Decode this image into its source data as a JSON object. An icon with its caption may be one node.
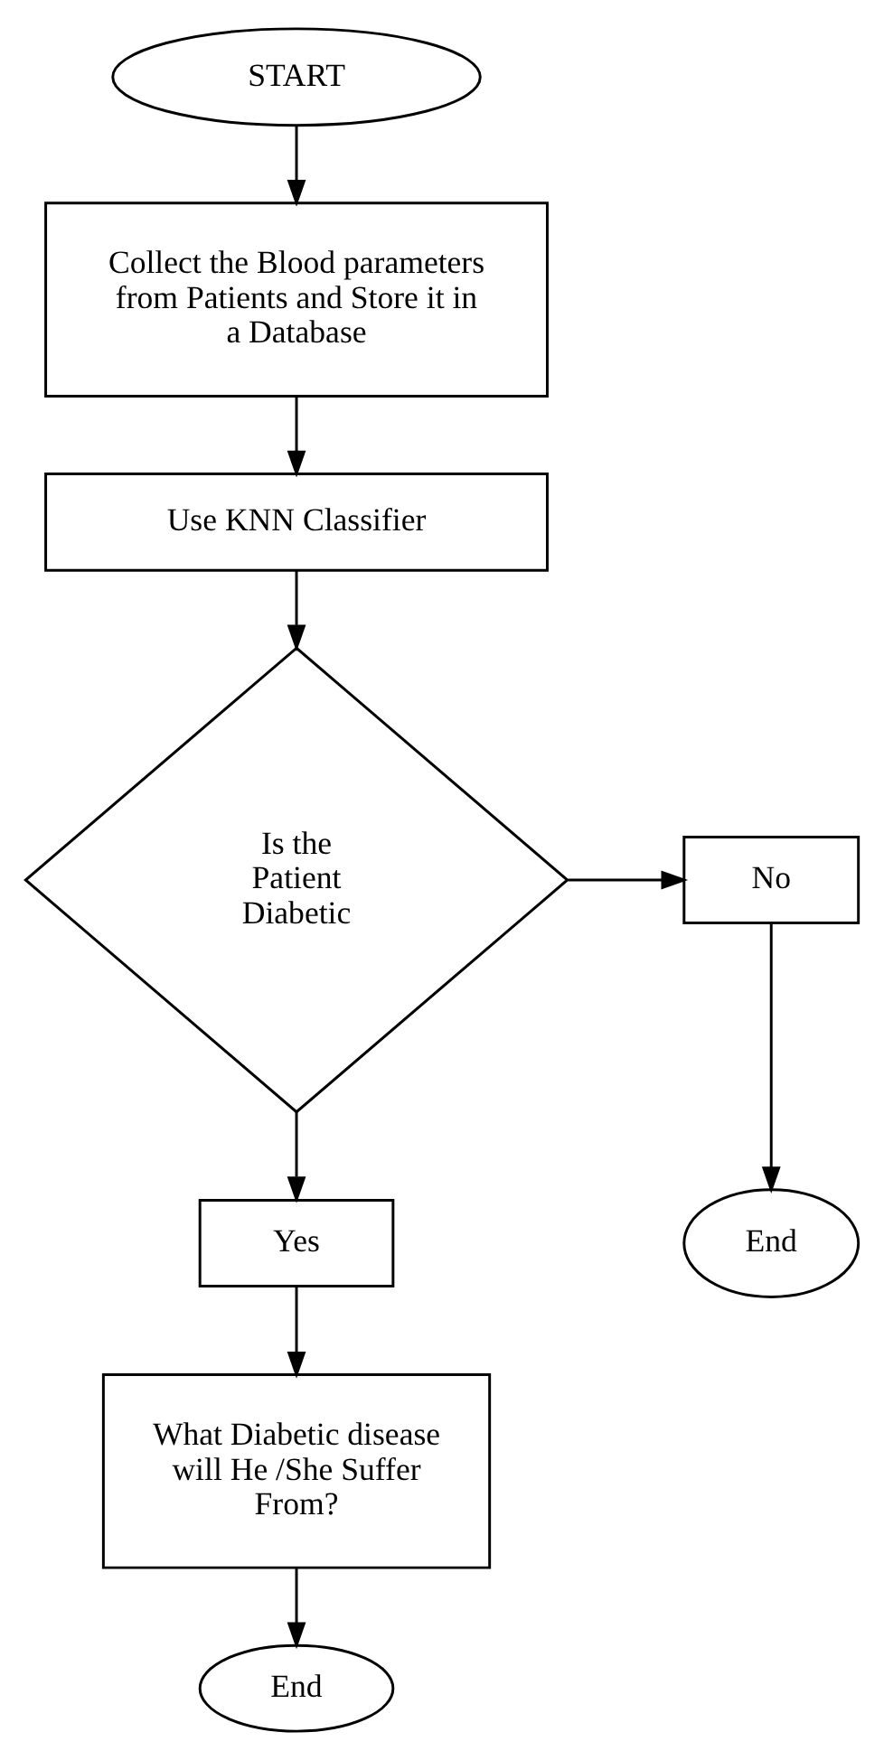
{
  "diagram": {
    "nodes": [
      {
        "text": [
          "START"
        ]
      },
      {
        "text": [
          "Collect the Blood parameters from Patients and Store it in a Database"
        ]
      },
      {
        "text": [
          "Use KNN Classifier"
        ]
      },
      {
        "text": [
          "Is the Patient Diabetic"
        ]
      },
      {
        "text": [
          "No"
        ]
      },
      {
        "text": [
          "End"
        ]
      },
      {
        "text": [
          "Yes"
        ]
      },
      {
        "text": [
          "What Diabetic disease will He /She Suffer From?"
        ]
      },
      {
        "text": [
          "End"
        ]
      }
    ],
    "edges": [
      {
        "from": 0,
        "to": 1,
        "arrow": "to"
      },
      {
        "from": 1,
        "to": 2,
        "arrow": "to"
      },
      {
        "from": 2,
        "to": 3,
        "arrow": "to"
      },
      {
        "from": 3,
        "to": 4,
        "arrow": "to"
      },
      {
        "from": 4,
        "to": 5,
        "arrow": "to"
      },
      {
        "from": 3,
        "to": 6,
        "arrow": "to"
      },
      {
        "from": 6,
        "to": 7,
        "arrow": "to"
      },
      {
        "from": 7,
        "to": 8,
        "arrow": "to"
      }
    ]
  }
}
